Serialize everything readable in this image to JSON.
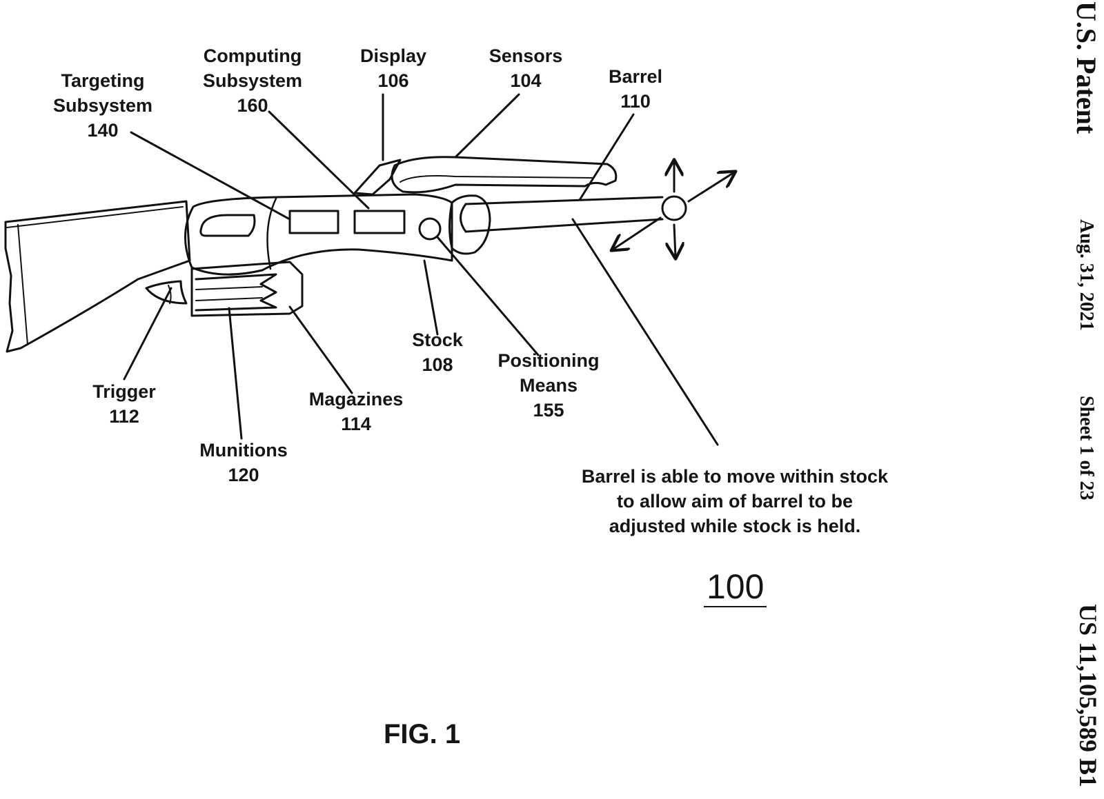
{
  "header": {
    "patent": "U.S. Patent",
    "date": "Aug. 31, 2021",
    "sheet": "Sheet 1 of 23",
    "number": "US 11,105,589 B1"
  },
  "labels": {
    "targeting": [
      "Targeting",
      "Subsystem",
      "140"
    ],
    "computing": [
      "Computing",
      "Subsystem",
      "160"
    ],
    "display": [
      "Display",
      "106"
    ],
    "sensors": [
      "Sensors",
      "104"
    ],
    "barrel": [
      "Barrel",
      "110"
    ],
    "stock": [
      "Stock",
      "108"
    ],
    "positioning": [
      "Positioning",
      "Means",
      "155"
    ],
    "trigger": [
      "Trigger",
      "112"
    ],
    "magazines": [
      "Magazines",
      "114"
    ],
    "munitions": [
      "Munitions",
      "120"
    ]
  },
  "note": [
    "Barrel is able to move within stock",
    "to allow aim of barrel to be",
    "adjusted while stock is held."
  ],
  "reference": "100",
  "caption": "FIG. 1"
}
